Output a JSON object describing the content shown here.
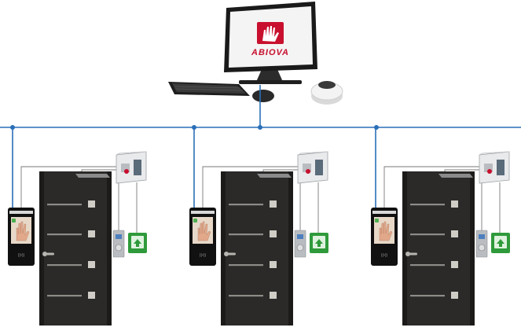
{
  "workstation": {
    "brand_text": "ABIOVA",
    "icon": "hand-logo-icon"
  },
  "network": {
    "color": "#2a6fb8"
  },
  "units": [
    {
      "id": "unit-1"
    },
    {
      "id": "unit-2"
    },
    {
      "id": "unit-3"
    }
  ],
  "colors": {
    "door": "#2b2a29",
    "door_dark": "#1c1b1a",
    "handle": "#b7b5b0",
    "exit_button": "#2f9a3b",
    "reader_panel": "#111111",
    "control_box": "#e9eaec",
    "brand_red": "#c8102e"
  }
}
